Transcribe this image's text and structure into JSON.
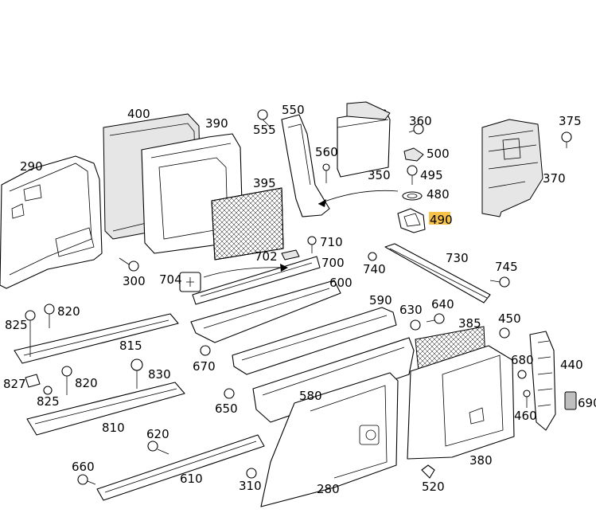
{
  "labels": {
    "p290": "290",
    "p300": "300",
    "p310": "310",
    "p350": "350",
    "p360": "360",
    "p370": "370",
    "p375": "375",
    "p380": "380",
    "p385": "385",
    "p390": "390",
    "p395": "395",
    "p400": "400",
    "p440": "440",
    "p450": "450",
    "p460": "460",
    "p480": "480",
    "p490": "490",
    "p495": "495",
    "p500": "500",
    "p520": "520",
    "p550": "550",
    "p555": "555",
    "p560": "560",
    "p580": "580",
    "p590": "590",
    "p600": "600",
    "p610": "610",
    "p620": "620",
    "p630": "630",
    "p640": "640",
    "p650": "650",
    "p660": "660",
    "p670": "670",
    "p680": "680",
    "p690": "690",
    "p700": "700",
    "p702": "702",
    "p704": "704",
    "p710": "710",
    "p730": "730",
    "p740": "740",
    "p745": "745",
    "p810": "810",
    "p815": "815",
    "p820a": "820",
    "p820b": "820",
    "p825a": "825",
    "p825b": "825",
    "p827": "827",
    "p830": "830",
    "p280": "280"
  },
  "highlight_color": "#f6c24a"
}
